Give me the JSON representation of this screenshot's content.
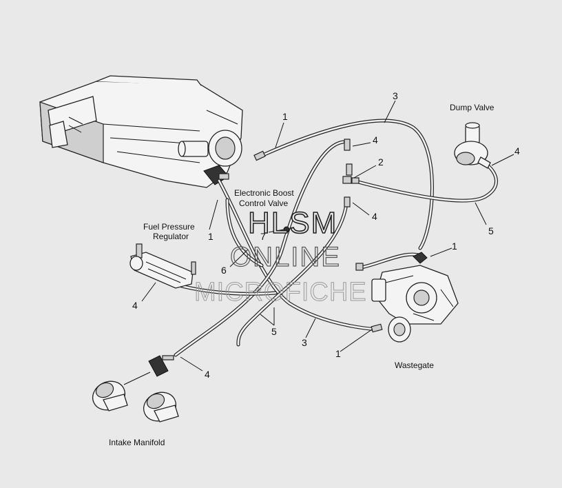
{
  "labels": {
    "dump_valve": "Dump Valve",
    "boost_valve_l1": "Electronic Boost",
    "boost_valve_l2": "Control Valve",
    "fuel_reg_l1": "Fuel Pressure",
    "fuel_reg_l2": "Regulator",
    "wastegate": "Wastegate",
    "intake_manifold": "Intake Manifold"
  },
  "callouts": {
    "c1_top": "1",
    "c1_mid": "1",
    "c1_right": "1",
    "c1_bottom": "1",
    "c2": "2",
    "c3_top": "3",
    "c3_bottom": "3",
    "c4_top": "4",
    "c4_mid": "4",
    "c4_dump": "4",
    "c4_left": "4",
    "c4_bottom": "4",
    "c5_right": "5",
    "c5_bottom": "5",
    "c6": "6",
    "c7": "7"
  },
  "watermark": {
    "line1": "HLSM",
    "line2": "ONLINE",
    "line3": "MICROFICHE"
  }
}
